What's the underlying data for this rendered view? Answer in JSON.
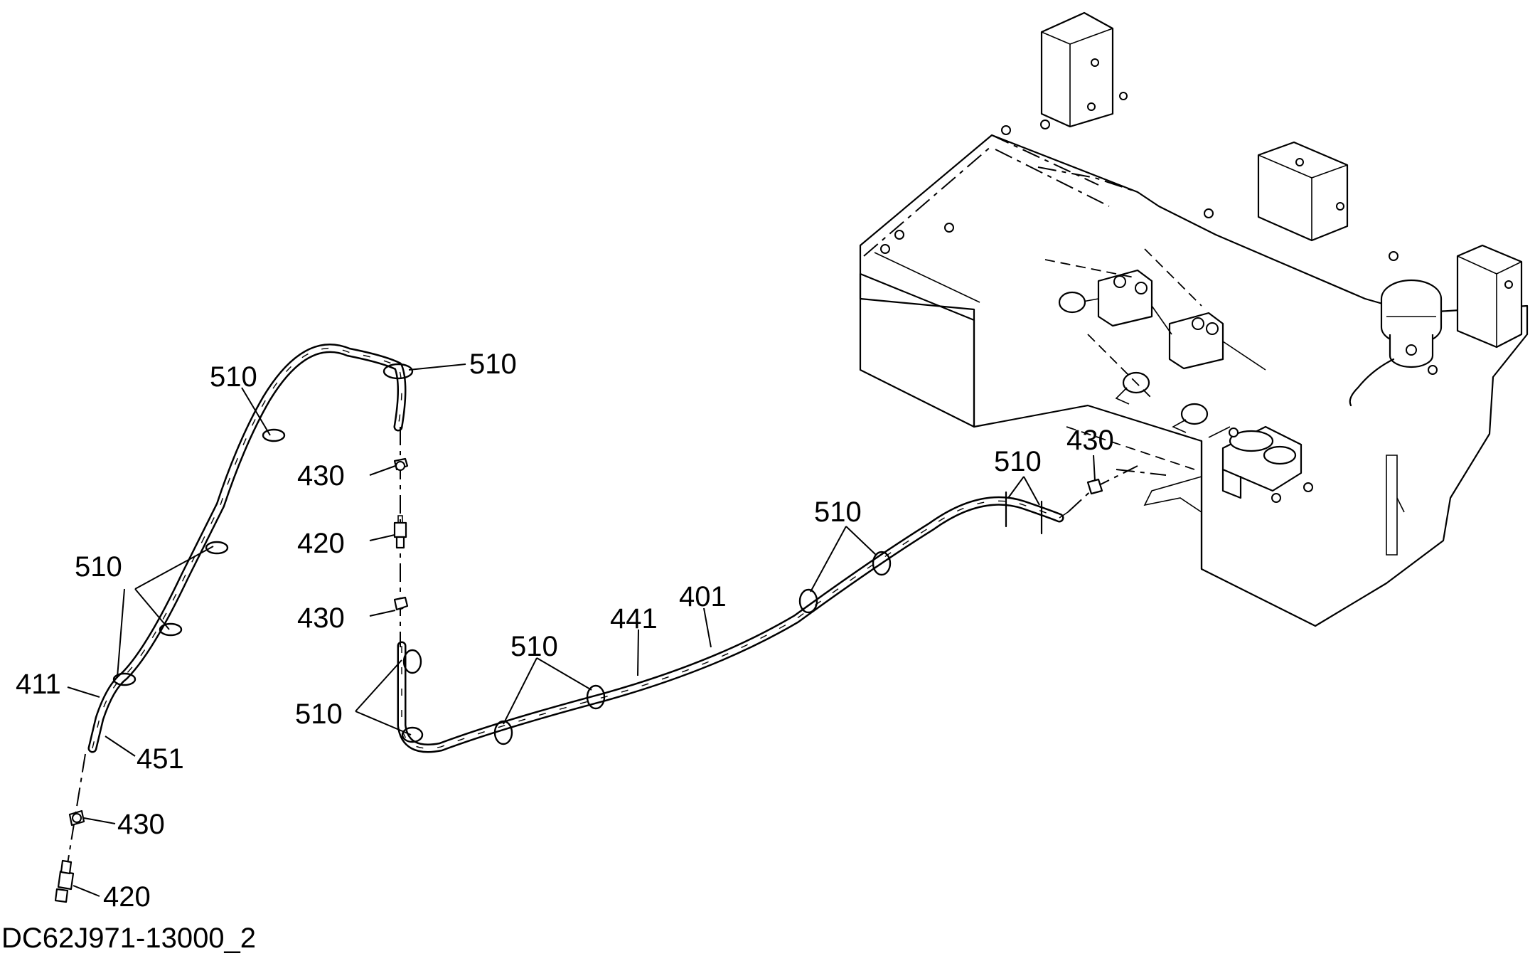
{
  "drawing_id": "DC62J971-13000_2",
  "labels": {
    "l510_a": "510",
    "l510_b": "510",
    "l510_c": "510",
    "l510_d": "510",
    "l510_e": "510",
    "l510_f": "510",
    "l510_g": "510",
    "l430_a": "430",
    "l430_b": "430",
    "l430_c": "430",
    "l430_d": "430",
    "l420_a": "420",
    "l420_b": "420",
    "l411": "411",
    "l451": "451",
    "l441": "441",
    "l401": "401"
  }
}
